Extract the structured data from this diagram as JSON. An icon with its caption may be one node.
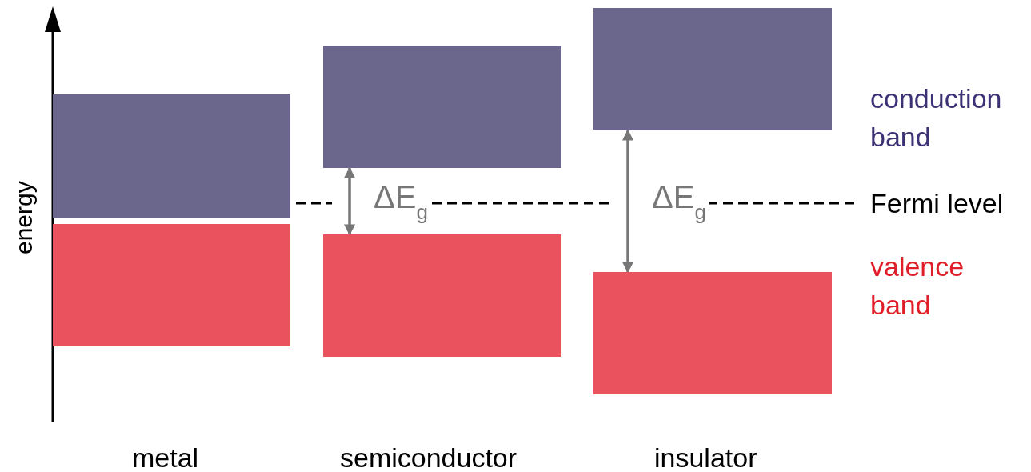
{
  "diagram": {
    "nodes": [
      {
        "text": [],
        "shape": "bar"
      },
      {
        "text": [],
        "shape": "bar"
      },
      {
        "text": [],
        "shape": "bar"
      },
      {
        "text": [],
        "shape": "bar"
      },
      {
        "text": [],
        "shape": "bar"
      },
      {
        "text": [],
        "shape": "bar"
      }
    ],
    "edges": [
      {
        "from": 2,
        "to": 3,
        "arrow": "both",
        "label": "ΔE$_{g}$"
      },
      {
        "from": 4,
        "to": 5,
        "arrow": "both",
        "label": "ΔE$_{g}$"
      }
    ],
    "labels": [
      "energy",
      "conduction band",
      "Fermi level",
      "valence band",
      "metal",
      "semiconductor",
      "insulator"
    ]
  }
}
